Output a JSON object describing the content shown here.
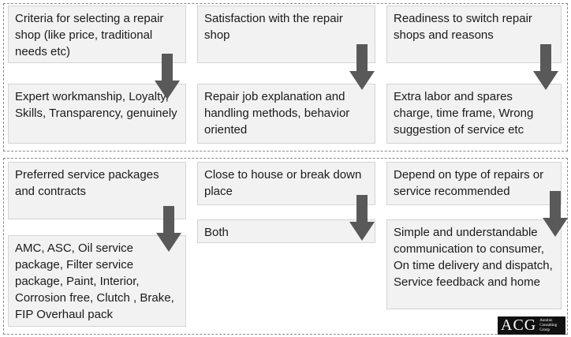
{
  "top": {
    "headers": [
      "Criteria for selecting a repair shop (like price, traditional needs etc)",
      "Satisfaction with the repair shop",
      "Readiness to switch repair shops and reasons"
    ],
    "answers": [
      "Expert workmanship, Loyalty, Skills, Transparency, genuinely",
      "Repair job explanation and handling methods, behavior oriented",
      "Extra labor and spares charge, time frame, Wrong suggestion of service etc"
    ]
  },
  "bottom": {
    "headers": [
      "Preferred service packages and contracts",
      "Close to house or break down place",
      "Depend on type of repairs or service recommended"
    ],
    "answers": [
      "AMC, ASC, Oil service package, Filter service package, Paint, Interior, Corrosion free, Clutch , Brake, FIP Overhaul pack",
      "Both",
      "Simple and understandable communication to consumer, On time delivery and dispatch, Service feedback and home"
    ]
  },
  "logo": {
    "mark": "ACG",
    "subtext": "Autobiz Consulting Group"
  },
  "colors": {
    "box_fill": "#f2f2f2",
    "box_border": "#d4d4d4",
    "arrow": "#595959",
    "group_border": "#8a8a8a"
  }
}
